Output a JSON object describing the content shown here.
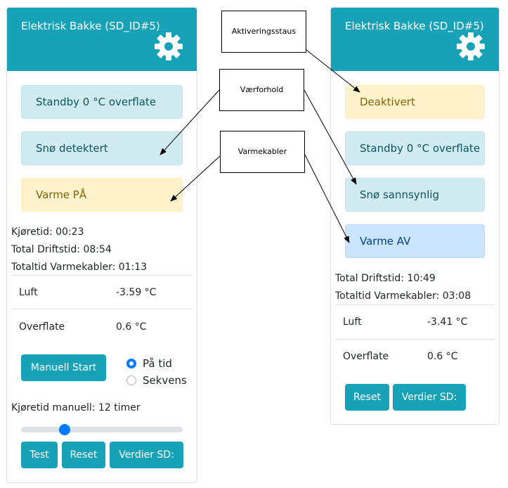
{
  "colors": {
    "header": "#17a2b8",
    "info": "#d1ecf1",
    "warning": "#fff3cd",
    "primary": "#cce5ff",
    "radio_on": "#007bff"
  },
  "left": {
    "title": "Elektrisk Bakke (SD_ID#5)",
    "settings_icon": "gear-icon",
    "statuses": [
      "Standby 0 °C overflate",
      "Snø detektert",
      "Varme PÅ"
    ],
    "stats": [
      "Kjøretid: 00:23",
      "Total Driftstid: 08:54",
      "Totaltid Varmekabler: 01:13"
    ],
    "readings": [
      {
        "label": "Luft",
        "value": "-3.59 °C"
      },
      {
        "label": "Overflate",
        "value": "0.6 °C"
      }
    ],
    "manual_start": "Manuell Start",
    "mode_options": [
      "På tid",
      "Sekvens"
    ],
    "mode_selected": "På tid",
    "manual_runtime_label": "Kjøretid manuell: 12 timer",
    "slider_fraction": 0.27,
    "buttons": [
      "Test",
      "Reset",
      "Verdier SD:"
    ]
  },
  "right": {
    "title": "Elektrisk Bakke (SD_ID#5)",
    "settings_icon": "gear-icon",
    "statuses": [
      "Deaktivert",
      "Standby 0 °C overflate",
      "Snø sannsynlig",
      "Varme AV"
    ],
    "stats": [
      "Total Driftstid: 10:49",
      "Totaltid Varmekabler: 03:08"
    ],
    "readings": [
      {
        "label": "Luft",
        "value": "-3.41 °C"
      },
      {
        "label": "Overflate",
        "value": "0.6 °C"
      }
    ],
    "buttons": [
      "Reset",
      "Verdier SD:"
    ]
  },
  "callouts": {
    "activation": "Aktiveringsstaus",
    "weather": "Værforhold",
    "heating": "Varmekabler"
  }
}
